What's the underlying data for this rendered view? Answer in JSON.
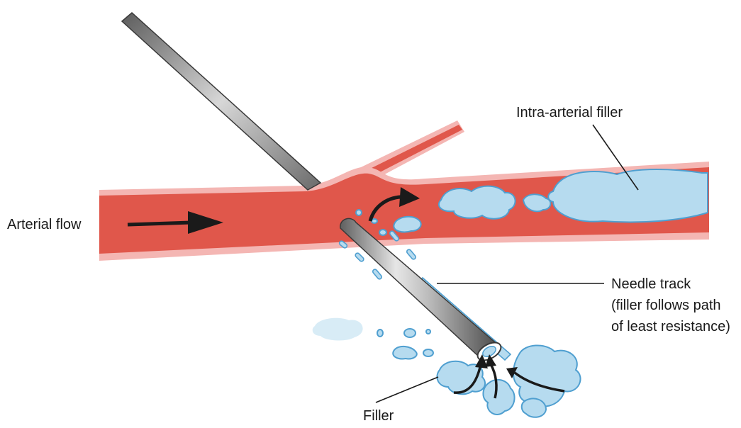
{
  "labels": {
    "arterial_flow": "Arterial flow",
    "intra_arterial_filler": "Intra-arterial filler",
    "needle_track_line1": "Needle track",
    "needle_track_line2": "(filler follows path",
    "needle_track_line3": "of least resistance)",
    "filler": "Filler"
  },
  "colors": {
    "artery": "#e0574b",
    "artery_wall": "#f4b6b3",
    "filler": "#b6dbef",
    "filler_outline": "#4f9fd0",
    "needle": "#8a8a8a",
    "arrow": "#1a1a1a",
    "text": "#1a1a1a"
  }
}
